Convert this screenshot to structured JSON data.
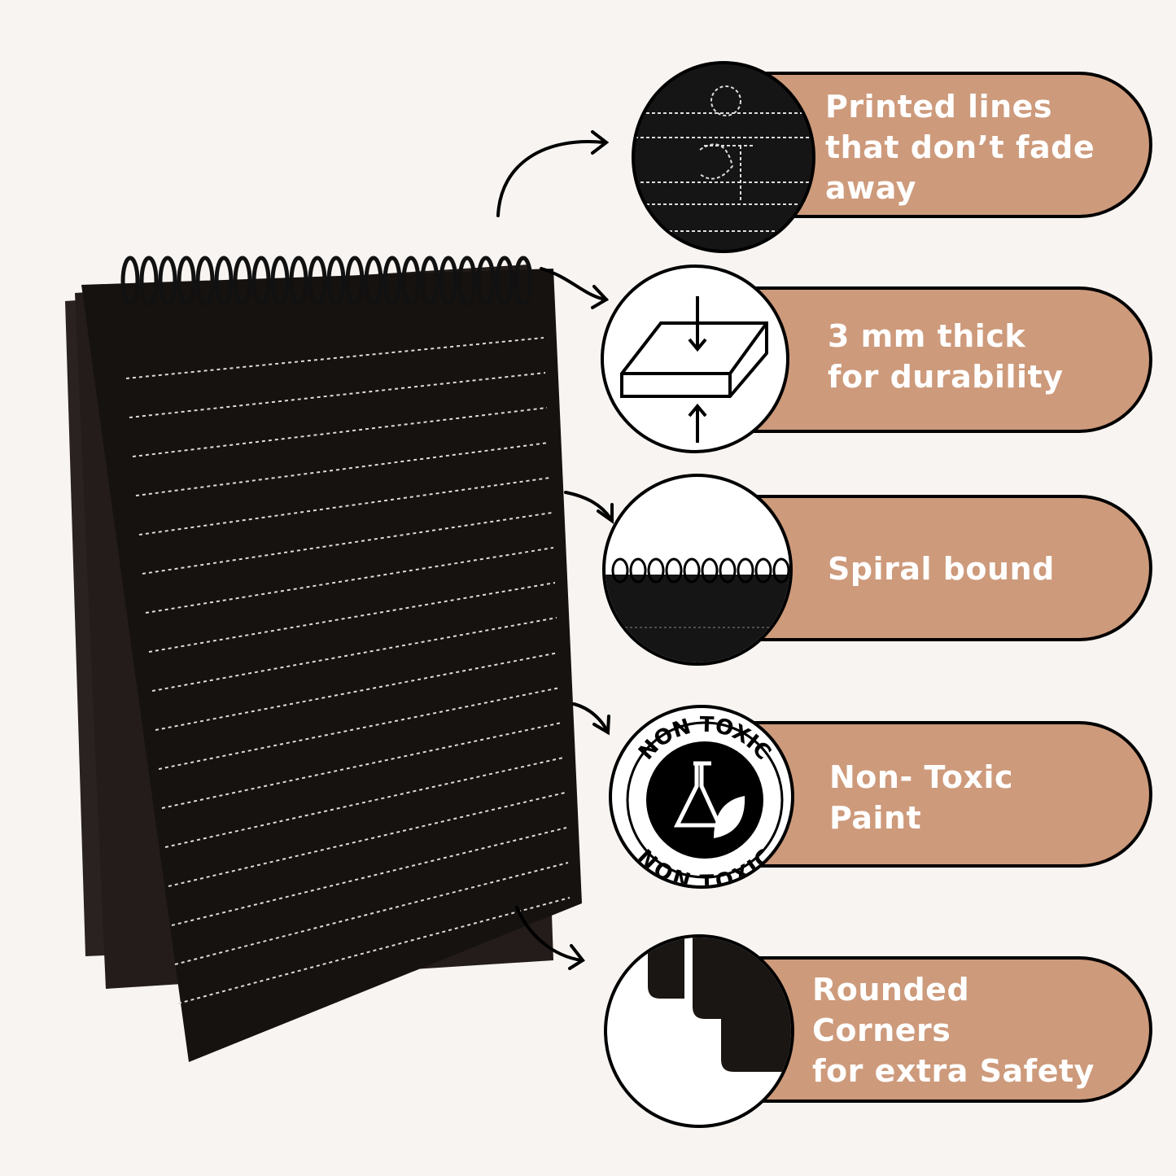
{
  "colors": {
    "background": "#f8f4f1",
    "pill": "#cd9a7b",
    "board": "#1a1614",
    "outline": "#000000"
  },
  "features": [
    {
      "icon": "printed-lines-closeup",
      "lines": [
        "Printed lines",
        "that don’t fade",
        "away"
      ]
    },
    {
      "icon": "compression-thickness-icon",
      "lines": [
        "3 mm thick",
        "for durability"
      ]
    },
    {
      "icon": "spiral-binding-closeup",
      "lines": [
        "Spiral bound"
      ]
    },
    {
      "icon": "non-toxic-badge-icon",
      "lines": [
        "Non- Toxic",
        "Paint"
      ],
      "badge_text": "NON TOXIC"
    },
    {
      "icon": "rounded-corners-closeup",
      "lines": [
        "Rounded",
        "Corners",
        "for extra Safety"
      ]
    }
  ]
}
